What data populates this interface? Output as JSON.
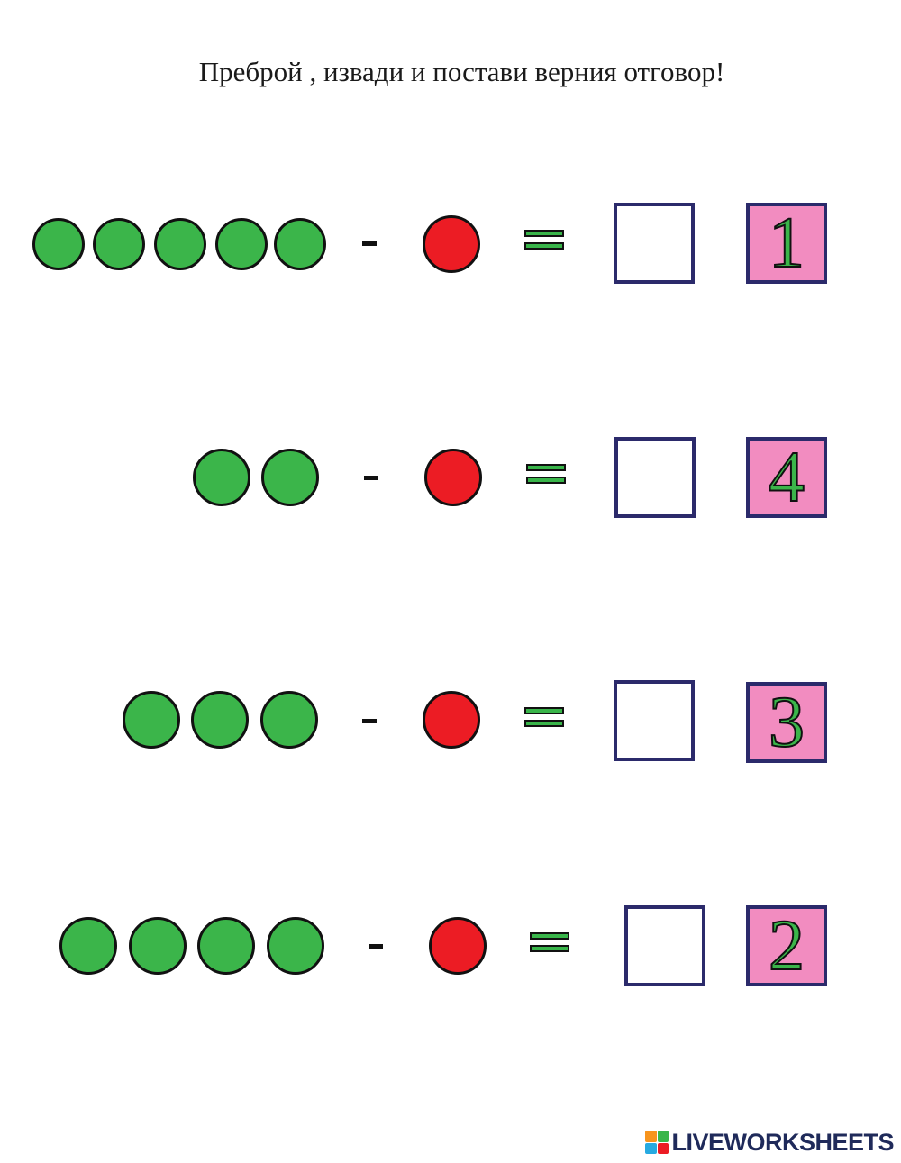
{
  "title": "Преброй , извади и постави верния отговор!",
  "colors": {
    "counter_green": "#3bb54a",
    "counter_red": "#ec1c24",
    "equals_green": "#39b54a",
    "box_border": "#2b2a6b",
    "tile_pink": "#f28cc0",
    "tile_digit": "#3bb54a"
  },
  "problems": [
    {
      "green_count": 5,
      "red_count": 1,
      "operator": "-",
      "equals": "=",
      "answer": "",
      "tile": "1"
    },
    {
      "green_count": 2,
      "red_count": 1,
      "operator": "-",
      "equals": "=",
      "answer": "",
      "tile": "4"
    },
    {
      "green_count": 3,
      "red_count": 1,
      "operator": "-",
      "equals": "=",
      "answer": "",
      "tile": "3"
    },
    {
      "green_count": 4,
      "red_count": 1,
      "operator": "-",
      "equals": "=",
      "answer": "",
      "tile": "2"
    }
  ],
  "brand": {
    "text": "LIVEWORKSHEETS",
    "icon": "liveworksheets-logo-icon"
  }
}
